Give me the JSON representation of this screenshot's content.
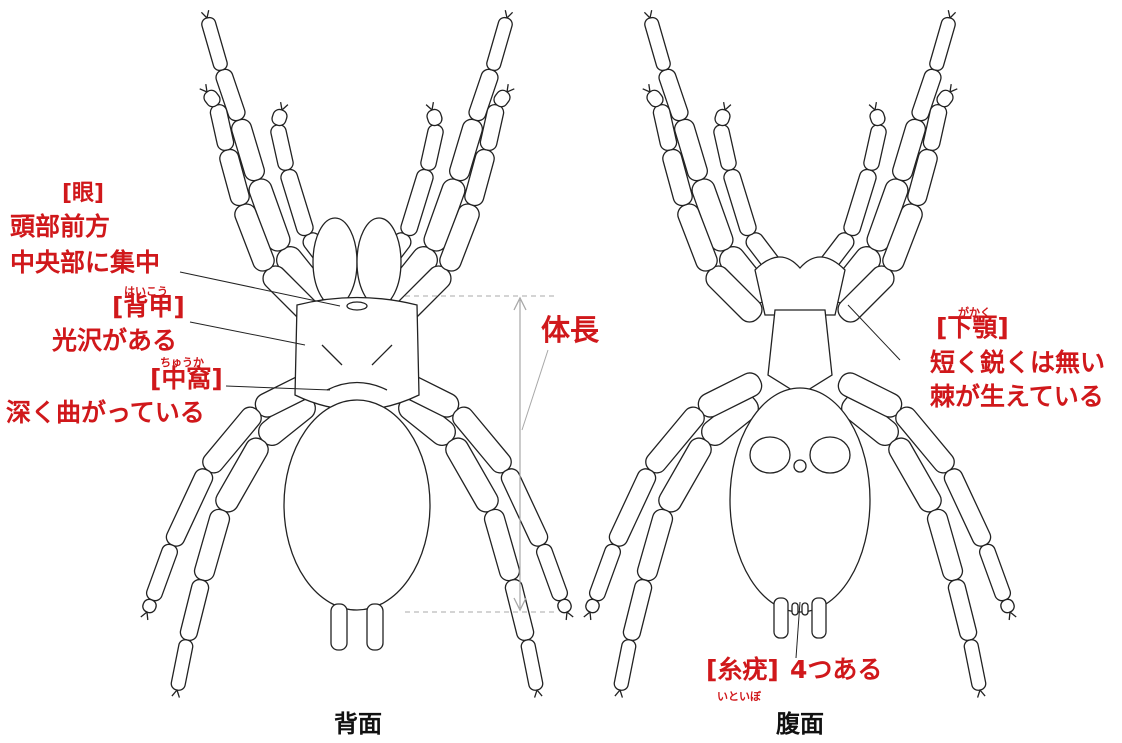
{
  "colors": {
    "accent": "#d0181b",
    "ink": "#111111",
    "line": "#222222",
    "dash": "#a8a8a8"
  },
  "views": {
    "dorsal": "背面",
    "ventral": "腹面"
  },
  "labels": {
    "eyes": {
      "title": "[眼]",
      "line1": "頭部前方",
      "line2": "中央部に集中"
    },
    "carapace": {
      "reading": "はいこう",
      "title": "[背甲]",
      "desc": "光沢がある"
    },
    "fovea": {
      "reading": "ちゅうか",
      "title": "[中窩]",
      "desc": "深く曲がっている"
    },
    "body_length": "体長",
    "chelicerae": {
      "reading": "がかく",
      "title": "[下顎]",
      "line1": "短く鋭くは無い",
      "line2": "棘が生えている"
    },
    "spinnerets": {
      "title": "[糸疣]",
      "desc": "4つある",
      "reading": "いといぼ"
    }
  }
}
